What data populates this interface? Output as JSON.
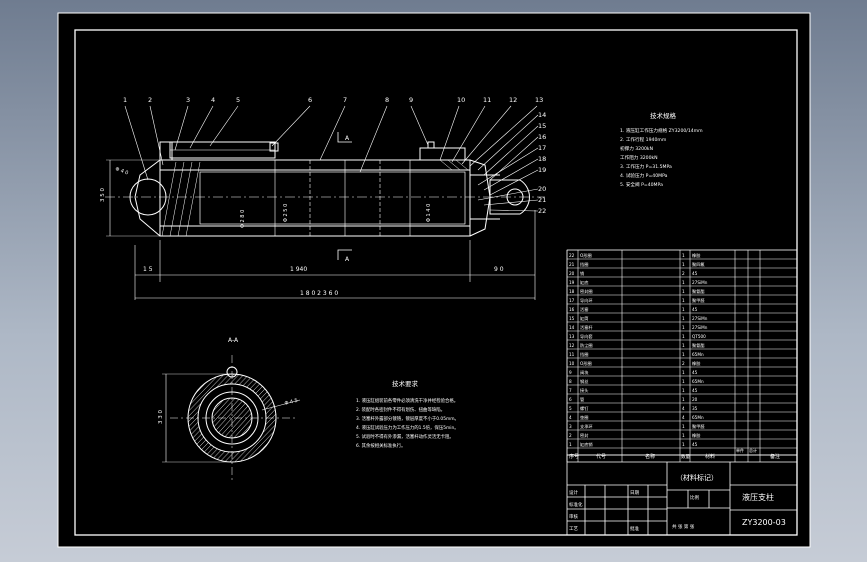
{
  "balloons": [
    "1",
    "2",
    "3",
    "4",
    "5",
    "6",
    "7",
    "8",
    "9",
    "10",
    "11",
    "12",
    "13",
    "14",
    "15",
    "16",
    "17",
    "18",
    "19",
    "20",
    "21",
    "22"
  ],
  "dims": {
    "stroke": "1 940",
    "total": "1 8 0   2 3 6 0",
    "left_end": "1 5",
    "right_end": "9 0",
    "height": "3 5 0",
    "hole": "Φ 4 0",
    "section_w": "3 3 0",
    "bore": "Φ 4 5",
    "d1": "Φ 2 8 0",
    "d2": "Φ 2 5 0",
    "d3": "Φ 1 4 0"
  },
  "section": {
    "mark": "A",
    "view": "A-A"
  },
  "specs": {
    "title": "技术规格",
    "rows": [
      "1. 液压缸工作压力规格  ZY3200/14mm",
      "2. 工作行程          1940mm",
      "   初撑力          3200kN",
      "   工作阻力        3200kN",
      "3. 工作压力  P=31.5MPa",
      "4. 试验压力  P=40MPa",
      "5. 安全阀   P=40MPa"
    ]
  },
  "notes": {
    "title": "技术要求",
    "rows": [
      "1. 液压缸组装前各零件必须清洗干净并经检验合格。",
      "2. 装配时各密封件不得有划伤、扭曲等缺陷。",
      "3. 活塞杆外露部分镀铬，镀层厚度不小于0.05mm。",
      "4. 液压缸试验压力为工作压力的1.5倍，保压5min。",
      "5. 试验时不得有外渗漏，活塞杆动作灵活无卡阻。",
      "6. 其余按相关标准执行。"
    ]
  },
  "bom": [
    [
      "22",
      "O形圈",
      "",
      "1",
      "橡胶"
    ],
    [
      "21",
      "挡圈",
      "",
      "1",
      "聚四氟"
    ],
    [
      "20",
      "销",
      "",
      "2",
      "45"
    ],
    [
      "19",
      "缸底",
      "",
      "1",
      "27SiMn"
    ],
    [
      "18",
      "密封圈",
      "",
      "1",
      "聚氨酯"
    ],
    [
      "17",
      "导向环",
      "",
      "1",
      "聚甲醛"
    ],
    [
      "16",
      "活塞",
      "",
      "1",
      "45"
    ],
    [
      "15",
      "缸筒",
      "",
      "1",
      "27SiMn"
    ],
    [
      "14",
      "活塞杆",
      "",
      "1",
      "27SiMn"
    ],
    [
      "13",
      "导向套",
      "",
      "1",
      "QT500"
    ],
    [
      "12",
      "防尘圈",
      "",
      "1",
      "聚氨酯"
    ],
    [
      "11",
      "挡圈",
      "",
      "1",
      "65Mn"
    ],
    [
      "10",
      "O形圈",
      "",
      "2",
      "橡胶"
    ],
    [
      "9",
      "阀块",
      "",
      "1",
      "45"
    ],
    [
      "8",
      "钢丝",
      "",
      "1",
      "65Mn"
    ],
    [
      "7",
      "接头",
      "",
      "1",
      "45"
    ],
    [
      "6",
      "管",
      "",
      "1",
      "20"
    ],
    [
      "5",
      "螺钉",
      "",
      "4",
      "35"
    ],
    [
      "4",
      "垫圈",
      "",
      "4",
      "65Mn"
    ],
    [
      "3",
      "支承环",
      "",
      "1",
      "聚甲醛"
    ],
    [
      "2",
      "密封",
      "",
      "1",
      "橡胶"
    ],
    [
      "1",
      "缸底销",
      "",
      "1",
      "45"
    ]
  ],
  "bom_header": {
    "no": "序号",
    "code": "代号",
    "name": "名称",
    "qty": "数量",
    "material": "材料",
    "unit_wt": "单件",
    "total_wt": "总计",
    "note": "备注",
    "weight": "重量"
  },
  "title_block": {
    "material": "（材料标记）",
    "name": "液压支柱",
    "drawing_no": "ZY3200-03",
    "scale_label": "比例",
    "sheet_label": "共  张  第  张",
    "design": "设计",
    "check": "审核",
    "approve": "批准",
    "std": "标准化",
    "process": "工艺",
    "date": "日期"
  }
}
